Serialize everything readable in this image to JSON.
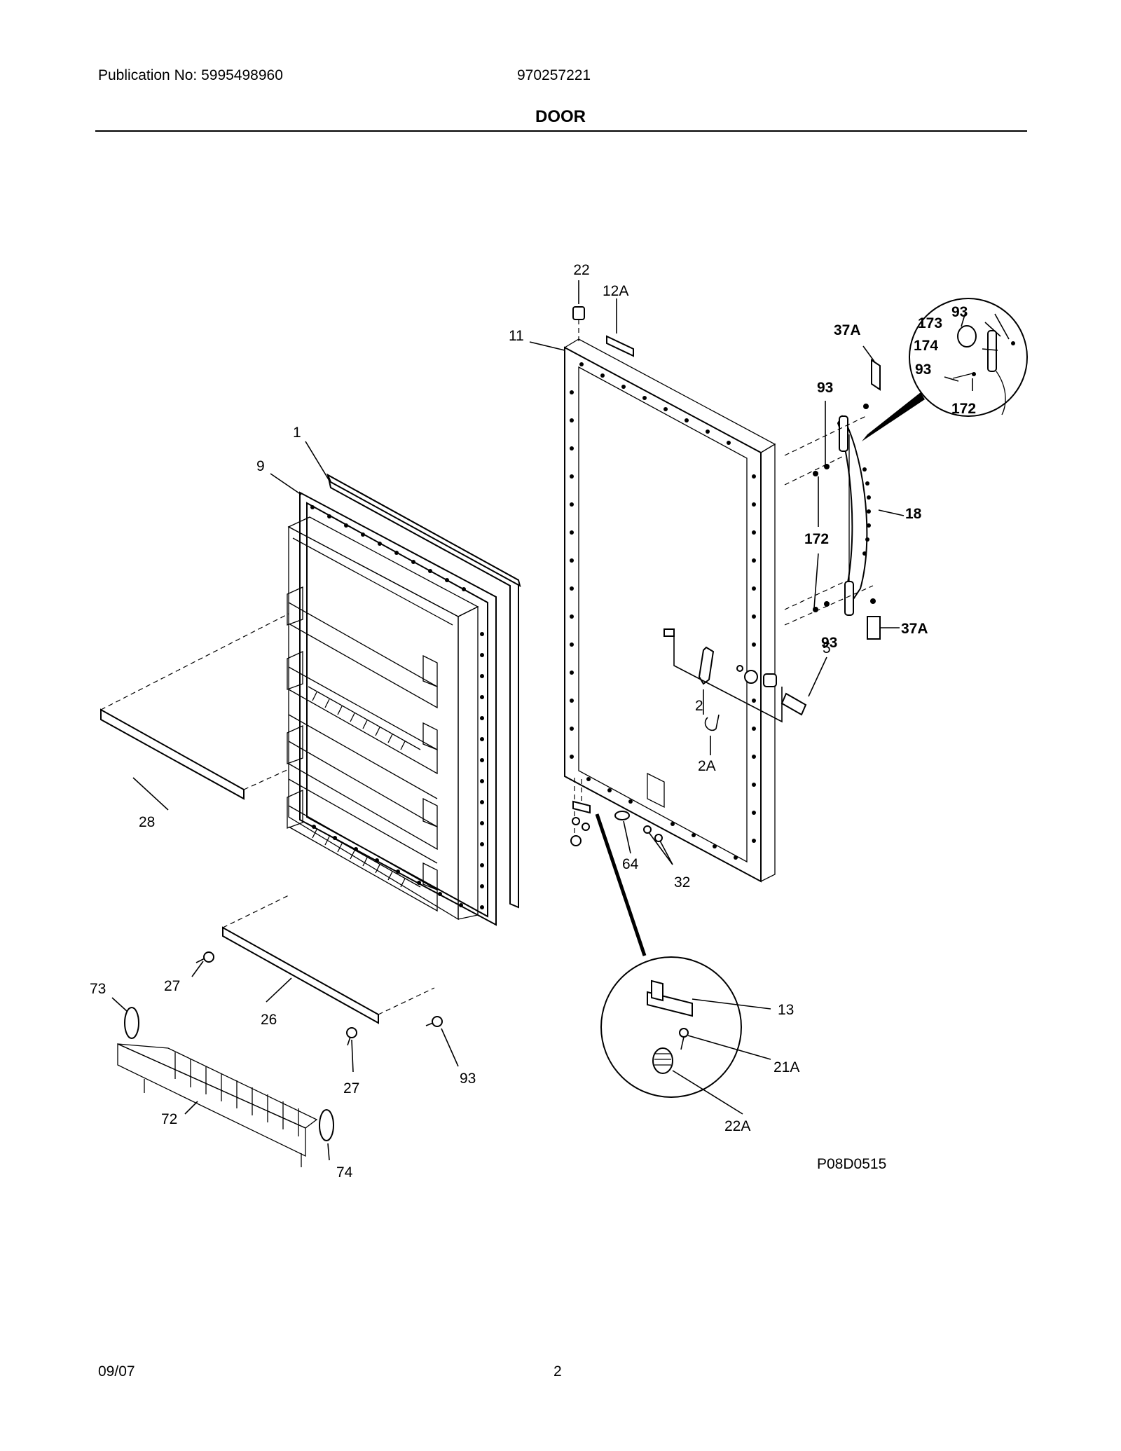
{
  "header": {
    "publication": "Publication No: 5995498960",
    "model": "970257221",
    "title": "DOOR"
  },
  "footer": {
    "date": "09/07",
    "page": "2"
  },
  "diagram": {
    "drawing_number": "P08D0515",
    "callouts": {
      "c1": "1",
      "c9": "9",
      "c11": "11",
      "c22": "22",
      "c12a": "12A",
      "c37a_top": "37A",
      "c37a_bottom": "37A",
      "c93_a": "93",
      "c93_b": "93",
      "c93_c": "93",
      "c93_d": "93",
      "c93_e": "93",
      "c173": "173",
      "c174": "174",
      "c172_a": "172",
      "c172_b": "172",
      "c18": "18",
      "c5": "5",
      "c2": "2",
      "c2a": "2A",
      "c28": "28",
      "c64": "64",
      "c32": "32",
      "c27_a": "27",
      "c27_b": "27",
      "c26": "26",
      "c73": "73",
      "c72": "72",
      "c74": "74",
      "c13": "13",
      "c21a": "21A",
      "c22a": "22A"
    }
  }
}
